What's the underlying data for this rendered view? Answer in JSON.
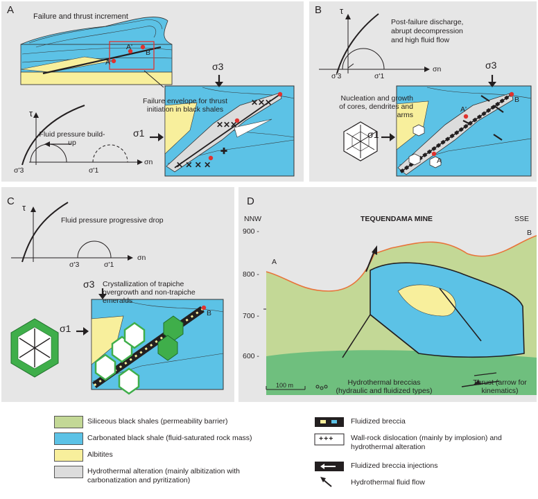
{
  "panels": {
    "a": {
      "label": "A",
      "title": "Failure and thrust increment",
      "envelope_note": "Failure envelope for thrust initiation in black shales",
      "fluid_note": "Fluid pressure build-up",
      "tau": "τ",
      "sigma_n": "σn",
      "sigma3p": "σ'3",
      "sigma1p": "σ'1",
      "sigma3": "σ3",
      "sigma1": "σ1",
      "pt_a": "A",
      "pt_a2": "A'",
      "pt_b": "B"
    },
    "b": {
      "label": "B",
      "title": "Post-failure discharge, abrupt decompression and high fluid flow",
      "nucleation_note": "Nucleation and growth of cores, dendrites and arms",
      "tau": "τ",
      "sigma_n": "σn",
      "sigma3p": "σ'3",
      "sigma1p": "σ'1",
      "sigma3": "σ3",
      "sigma1": "σ1",
      "pt_a": "A",
      "pt_a2": "A'",
      "pt_b": "B"
    },
    "c": {
      "label": "C",
      "title": "Fluid pressure progressive drop",
      "crystal_note": "Crystallization of trapiche overgrowth and non-trapiche emeralds",
      "tau": "τ",
      "sigma_n": "σn",
      "sigma3p": "σ'3",
      "sigma1p": "σ'1",
      "sigma3": "σ3",
      "sigma1": "σ1",
      "pt_b": "B"
    },
    "d": {
      "label": "D",
      "title": "TEQUENDAMA MINE",
      "nnw": "NNW",
      "sse": "SSE",
      "pt_a": "A",
      "pt_b": "B",
      "elevations": [
        "900 -",
        "800 -",
        "700 -",
        "600 -"
      ],
      "scale": "100 m",
      "breccia_note": "Hydrothermal breccias (hydraulic and fluidized types)",
      "thrust_note": "Thrust (arrow for kinematics)"
    }
  },
  "legend": {
    "left": [
      {
        "text": "Siliceous black shales (permeability barrier)",
        "color": "#c3d896"
      },
      {
        "text": "Carbonated black shale (fluid-saturated rock mass)",
        "color": "#5cc2e6"
      },
      {
        "text": "Albitites",
        "color": "#f8ef9c"
      },
      {
        "text": "Hydrothermal alteration (mainly albitization with carbonatization and pyritization)",
        "color": "#dcdcdc"
      }
    ],
    "right": [
      {
        "text": "Fluidized breccia"
      },
      {
        "text": "Wall-rock dislocation (mainly by implosion) and hydrothermal alteration",
        "symbol": "+++"
      },
      {
        "text": "Fluidized breccia injections"
      },
      {
        "text": "Hydrothermal fluid flow"
      }
    ]
  },
  "colors": {
    "panel_bg": "#e6e6e6",
    "shale_green": "#c3d896",
    "carbonate_blue": "#5cc2e6",
    "albitite_yellow": "#f8ef9c",
    "alteration_grey": "#dcdcdc",
    "emerald_green": "#3fae4a",
    "marker_red": "#e0322e",
    "topography_orange": "#e8733a"
  }
}
